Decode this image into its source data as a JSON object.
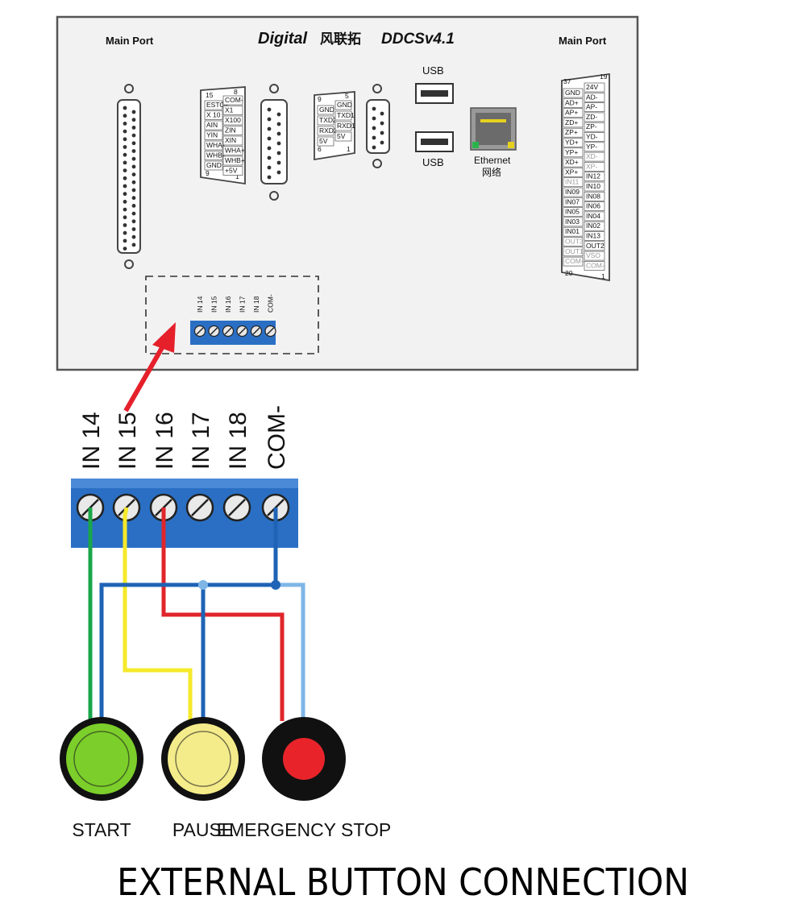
{
  "controller": {
    "brand": "Digital",
    "brand_cn": "风联拓",
    "model": "DDCSv4.1",
    "main_port_left": "Main Port",
    "main_port_right": "Main Port",
    "usb_top": "USB",
    "usb_bottom": "USB",
    "ethernet": "Ethernet",
    "ethernet_cn": "网络",
    "db15": {
      "num_tl": "15",
      "num_tr": "8",
      "num_bl": "9",
      "num_br": "1",
      "left": [
        "ESTOP",
        "X 10",
        "AIN",
        "YIN",
        "WHA-",
        "WHB-",
        "GND"
      ],
      "right": [
        "COM-",
        "X1",
        "X100",
        "ZIN",
        "XIN",
        "WHA+",
        "WHB+",
        "+5V"
      ]
    },
    "db9": {
      "num_tl": "9",
      "num_tr": "5",
      "num_bl": "6",
      "num_br": "1",
      "left": [
        "GND",
        "TXD2",
        "RXD2",
        "5V"
      ],
      "right": [
        "GND",
        "TXD1",
        "RXD1",
        "5V"
      ]
    },
    "db37": {
      "num_tl": "37",
      "num_tr": "19",
      "num_bl": "20",
      "num_br": "1",
      "left": [
        "GND",
        "AD+",
        "AP+",
        "ZD+",
        "ZP+",
        "YD+",
        "YP+",
        "XD+",
        "XP+",
        "IN11",
        "IN09",
        "IN07",
        "IN05",
        "IN03",
        "IN01",
        "OUT3",
        "OUT1",
        "COM+"
      ],
      "right": [
        "24V",
        "AD-",
        "AP-",
        "ZD-",
        "ZP-",
        "YD-",
        "YP-",
        "XD-",
        "XP-",
        "IN12",
        "IN10",
        "IN08",
        "IN06",
        "IN04",
        "IN02",
        "IN13",
        "OUT2",
        "VSO",
        "COM-"
      ]
    },
    "small_terminals": [
      "IN 14",
      "IN 15",
      "IN 16",
      "IN 17",
      "IN 18",
      "COM-"
    ]
  },
  "terminals": [
    "IN 14",
    "IN 15",
    "IN 16",
    "IN 17",
    "IN 18",
    "COM-"
  ],
  "buttons": [
    {
      "label": "START",
      "color": "#7ccf2a"
    },
    {
      "label": "PAUSE",
      "color": "#f4ec8a"
    },
    {
      "label": "EMERGENCY STOP",
      "color": "#e8242a"
    }
  ],
  "wire_colors": {
    "green": "#1aa64a",
    "yellow": "#f5e92a",
    "red": "#e0262b",
    "dark_blue": "#1e63b5",
    "light_blue": "#7fb6e6",
    "arrow": "#e5202a",
    "terminal_block": "#2a6fc4"
  },
  "title": "EXTERNAL BUTTON CONNECTION"
}
